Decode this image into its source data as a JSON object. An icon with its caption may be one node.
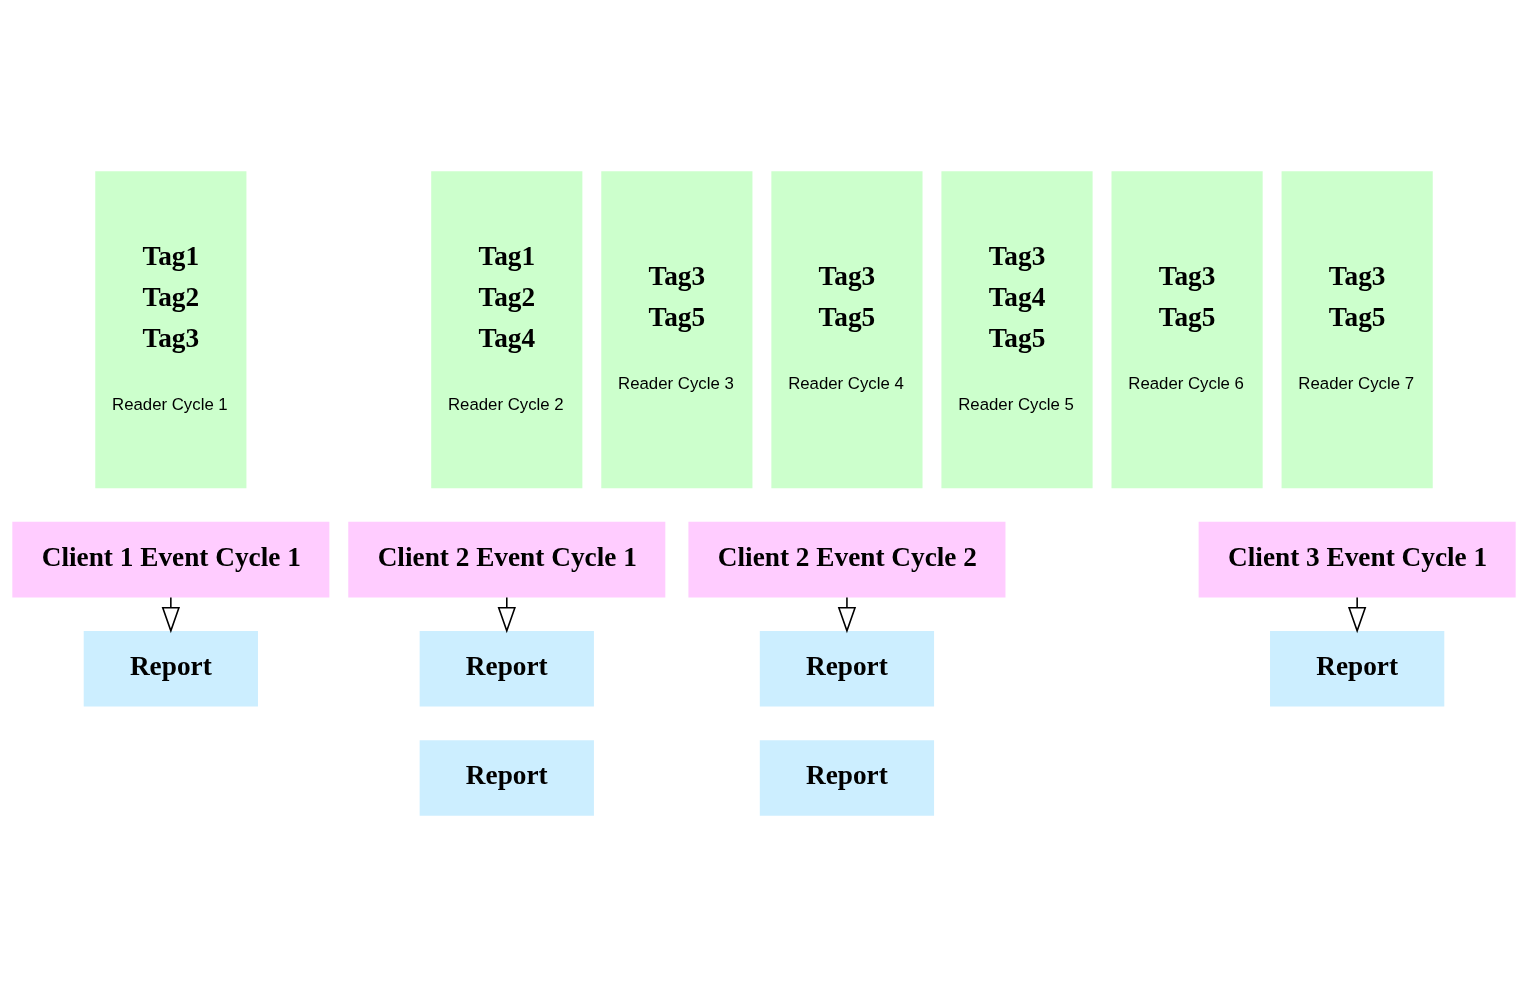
{
  "diagram": {
    "nodes": [
      {
        "text": [
          "Tag1",
          "Tag2",
          "Tag3",
          "Reader Cycle 1"
        ]
      },
      {
        "text": [
          "Tag1",
          "Tag2",
          "Tag4",
          "Reader Cycle 2"
        ]
      },
      {
        "text": [
          "Tag3",
          "Tag5",
          "Reader Cycle 3"
        ]
      },
      {
        "text": [
          "Tag3",
          "Tag5",
          "Reader Cycle 4"
        ]
      },
      {
        "text": [
          "Tag3",
          "Tag4",
          "Tag5",
          "Reader Cycle 5"
        ]
      },
      {
        "text": [
          "Tag3",
          "Tag5",
          "Reader Cycle 6"
        ]
      },
      {
        "text": [
          "Tag3",
          "Tag5",
          "Reader Cycle 7"
        ]
      },
      {
        "text": [
          "Client 1 Event Cycle 1"
        ]
      },
      {
        "text": [
          "Client 3 Event Cycle 1"
        ]
      },
      {
        "text": [
          "Client 2 Event Cycle 1"
        ]
      },
      {
        "text": [
          "Client 2 Event Cycle 2"
        ]
      },
      {
        "text": [
          "Report"
        ]
      },
      {
        "text": [
          "Report"
        ]
      },
      {
        "text": [
          "Report"
        ]
      },
      {
        "text": [
          "Report"
        ]
      },
      {
        "text": [
          "Report"
        ]
      },
      {
        "text": [
          "Report"
        ]
      }
    ],
    "edges": [
      {
        "from": 7,
        "to": 11,
        "arrow": "to"
      },
      {
        "from": 9,
        "to": 12,
        "arrow": "to"
      },
      {
        "from": 10,
        "to": 13,
        "arrow": "to"
      },
      {
        "from": 8,
        "to": 14,
        "arrow": "to"
      }
    ]
  }
}
